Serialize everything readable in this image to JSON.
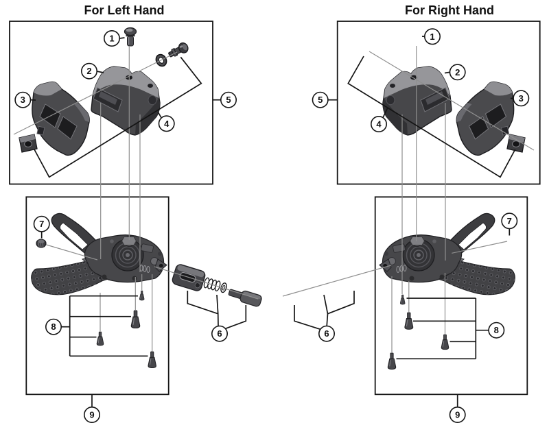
{
  "titles": {
    "left": "For Left Hand",
    "right": "For Right Hand"
  },
  "callouts": {
    "left": [
      "1",
      "2",
      "3",
      "4",
      "5",
      "6",
      "7",
      "8",
      "9"
    ],
    "right": [
      "1",
      "2",
      "3",
      "4",
      "5",
      "6",
      "7",
      "8",
      "9"
    ]
  },
  "palette": {
    "background": "#ffffff",
    "line_black": "#141414",
    "leader_gray": "#8f8f8f",
    "part_dark": "#3b3b3e",
    "part_mid": "#55555a",
    "part_light": "#9a9a9e"
  }
}
